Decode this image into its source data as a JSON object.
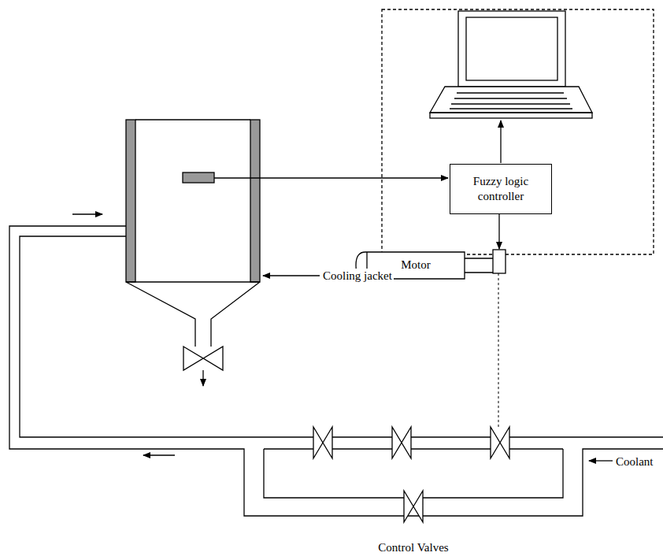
{
  "diagram": {
    "nodes": [
      {
        "text": [
          "Fuzzy logic controller"
        ]
      },
      {
        "text": [
          "Motor"
        ]
      }
    ],
    "edges": [
      {
        "from": 0,
        "to": 1,
        "arrow": "to"
      }
    ],
    "labels": [
      "Cooling jacket",
      "Coolant",
      "Control Valves"
    ]
  }
}
